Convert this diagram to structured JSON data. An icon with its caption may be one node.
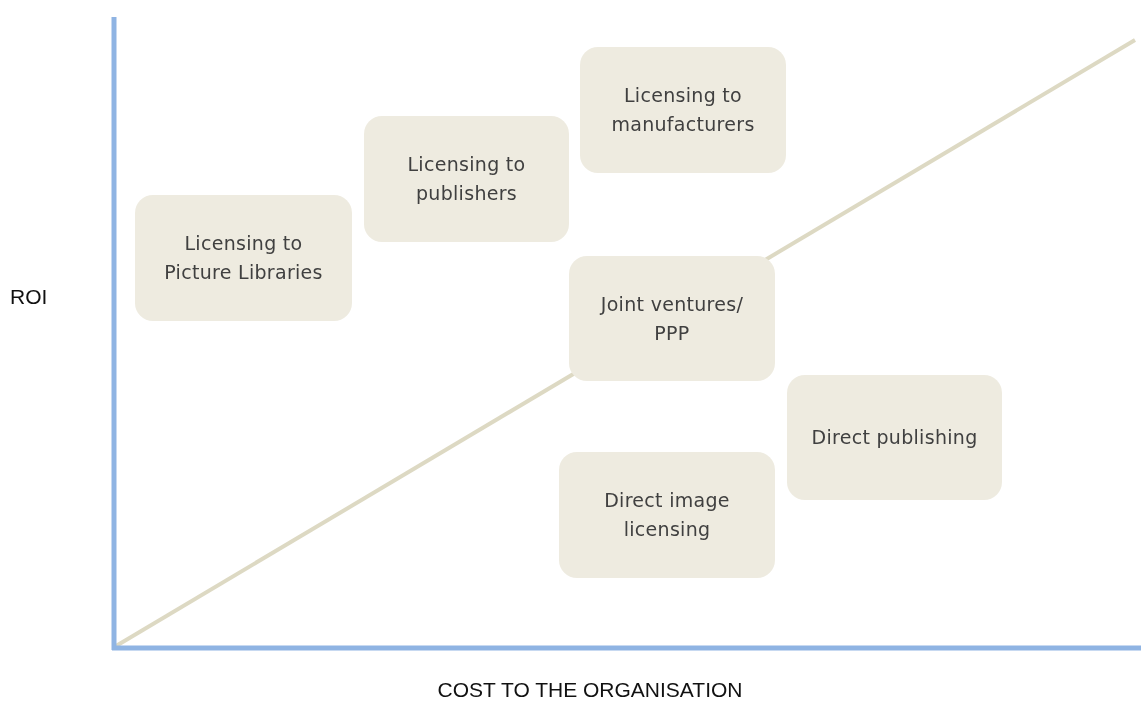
{
  "diagram": {
    "nodes": [
      {
        "text": [
          "Licensing to Picture Libraries"
        ]
      },
      {
        "text": [
          "Licensing to publishers"
        ]
      },
      {
        "text": [
          "Licensing to manufacturers"
        ]
      },
      {
        "text": [
          "Joint ventures/ PPP"
        ]
      },
      {
        "text": [
          "Direct publishing"
        ]
      },
      {
        "text": [
          "Direct image licensing"
        ]
      }
    ],
    "labels": [
      "ROI",
      "COST TO THE ORGANISATION"
    ]
  }
}
